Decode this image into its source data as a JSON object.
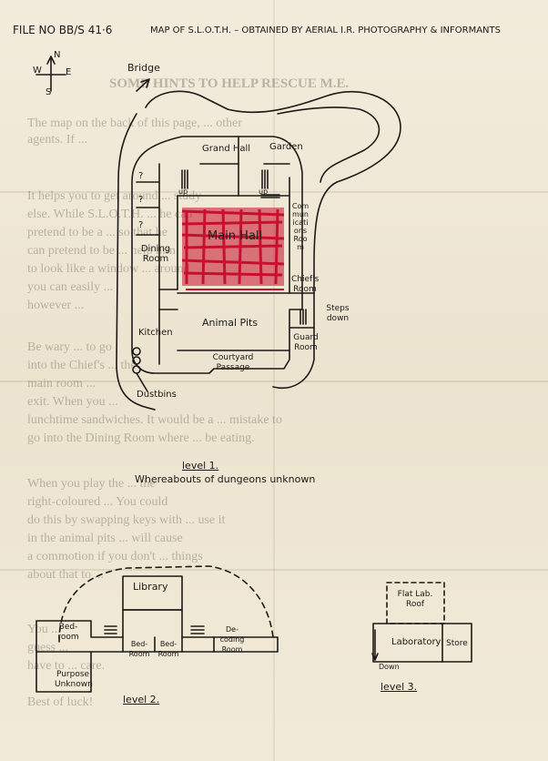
{
  "header": {
    "file_no": "FILE NO  BB/S 41·6",
    "map_title": "MAP OF S.L.O.T.H. – OBTAINED BY AERIAL I.R. PHOTOGRAPHY & INFORMANTS"
  },
  "compass": {
    "n": "N",
    "w": "W",
    "e": "E",
    "s": "S"
  },
  "level1": {
    "bridge": "Bridge",
    "grand_hall": "Grand Hall",
    "garden": "Garden",
    "main_hall": "Main Hall",
    "communications": "Communications Room",
    "dining": "Dining Room",
    "chiefs": "Chief's Room",
    "steps": "Steps down",
    "kitchen": "Kitchen",
    "animal_pits": "Animal Pits",
    "guard": "Guard Room",
    "courtyard": "Courtyard Passage",
    "dustbins": "Dustbins",
    "label": "level 1.",
    "note": "Whereabouts of dungeons unknown",
    "q": "?",
    "up": "up"
  },
  "level2": {
    "library": "Library",
    "bedroom1": "Bed-room",
    "bedroom2": "Bed-Room",
    "bedroom3": "Bed-Room",
    "decoding": "De-coding Room",
    "purpose": "Purpose Unknown",
    "label": "level 2."
  },
  "level3": {
    "flat_roof": "Flat Lab. Roof",
    "laboratory": "Laboratory",
    "store": "Store",
    "down": "Down",
    "label": "level 3."
  },
  "background_text": {
    "heading": "SOME HINTS TO HELP RESCUE M.E.",
    "lines": [
      "The map on the back of this page, ... other",
      "agents. If ... ",
      "It helps you to get around ... study",
      "else. While S.L.O.T.H. ... he can",
      "pretend to be a ... so that he",
      "can pretend to be ... help him",
      "to look like a window ... around",
      "you can easily ... ",
      "however ... ",
      "Be wary ... to go",
      "into the Chief's ... the",
      "main room ... ",
      "exit. When you ... ",
      "lunchtime sandwiches. It would be a ... mistake to",
      "go into the Dining Room where ... be eating.",
      "When you play the ... the",
      "right-coloured ... You could",
      "do this by swapping keys with ... use it",
      "in the animal pits ... will cause",
      "a commotion if you don't ... things",
      "about that to ... ",
      "You ... ",
      "guess ... ",
      "have to ... care.",
      "Best of luck!"
    ]
  }
}
